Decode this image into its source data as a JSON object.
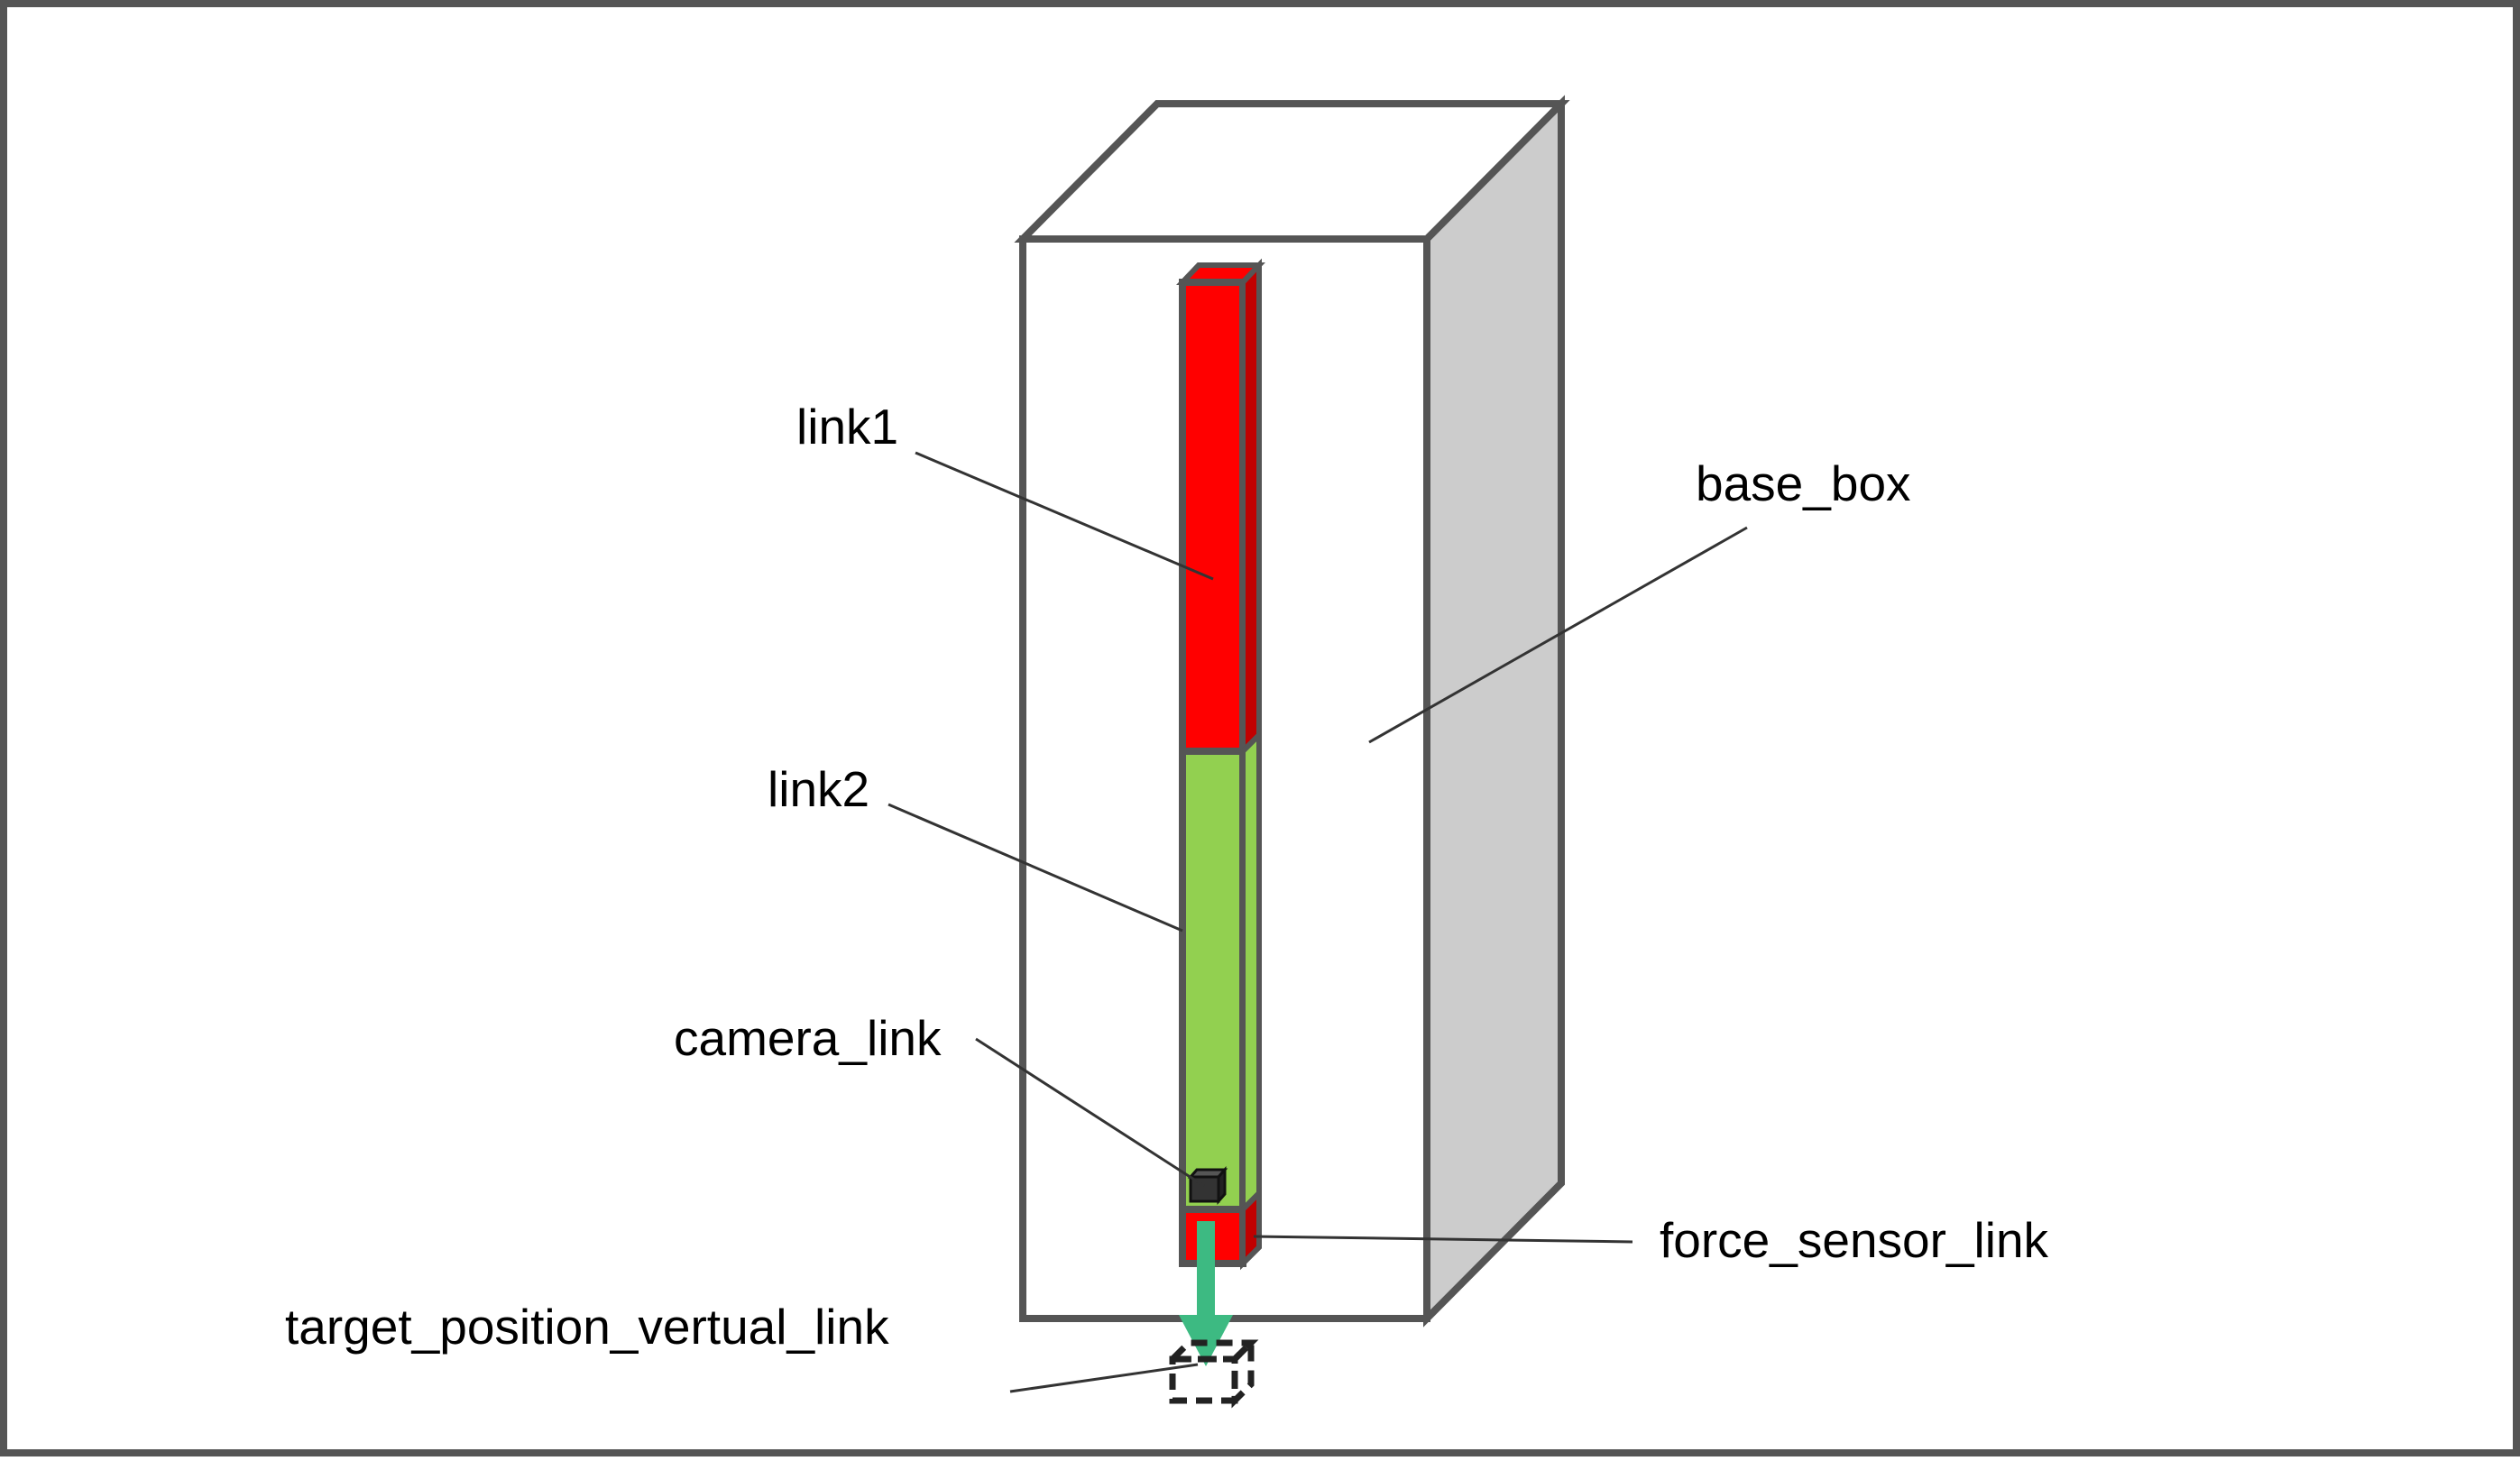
{
  "labels": {
    "link1": "link1",
    "base_box": "base_box",
    "link2": "link2",
    "camera_link": "camera_link",
    "force_sensor_link": "force_sensor_link",
    "target_position_vertual_link": "target_position_vertual_link"
  },
  "colors": {
    "frame": "#555555",
    "box_front": "#ffffff",
    "box_side": "#cccccc",
    "link_red": "#ff0000",
    "link_red_dark": "#c00000",
    "link_green": "#92d050",
    "camera": "#333333",
    "arrow": "#3dba82",
    "leader": "#333333",
    "target": "#222222"
  }
}
